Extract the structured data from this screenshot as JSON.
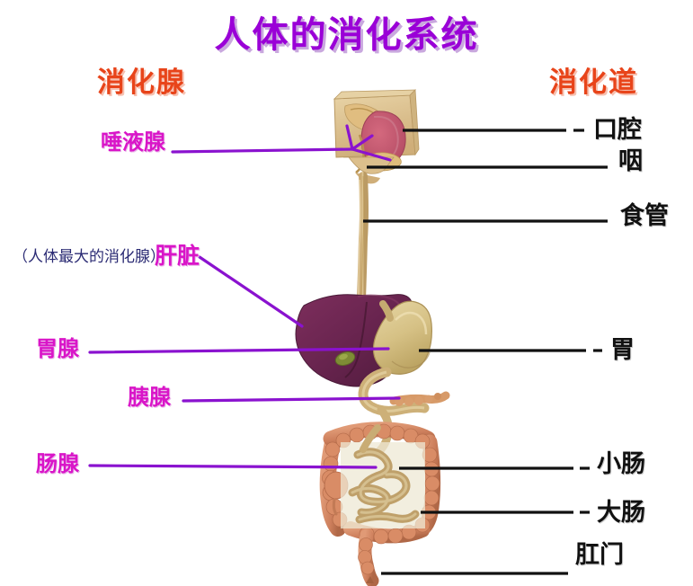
{
  "title": "人体的消化系统",
  "headings": {
    "left": "消化腺",
    "right": "消化道"
  },
  "colors": {
    "title": "#9a00d7",
    "heading": "#e8441a",
    "gland_label": "#d915c8",
    "tract_label": "#111111",
    "note_label": "#2b2b74",
    "gland_leader_line": "#8a12cf",
    "tract_leader_line": "#111111",
    "liver": "#6e2751",
    "stomach": "#d9c48a",
    "esophagus": "#d3b27a",
    "large_intestine": "#cd7f5c",
    "small_intestine": "#bfa06a",
    "oral_cavity": "#c4596e",
    "head_block": "#dcc08b",
    "gallbladder": "#7e8c35"
  },
  "glands": [
    {
      "id": "saliva",
      "label": "唾液腺"
    },
    {
      "id": "liver",
      "label": "肝脏",
      "note": "（人体最大的消化腺）"
    },
    {
      "id": "gastric",
      "label": "胃腺"
    },
    {
      "id": "pancreas",
      "label": "胰腺"
    },
    {
      "id": "intestinal_gland",
      "label": "肠腺"
    }
  ],
  "tract": [
    {
      "id": "mouth",
      "label": "口腔"
    },
    {
      "id": "pharynx",
      "label": "咽"
    },
    {
      "id": "esophagus",
      "label": "食管"
    },
    {
      "id": "stomach",
      "label": "胃"
    },
    {
      "id": "small_intestine",
      "label": "小肠"
    },
    {
      "id": "large_intestine",
      "label": "大肠"
    },
    {
      "id": "anus",
      "label": "肛门"
    }
  ]
}
